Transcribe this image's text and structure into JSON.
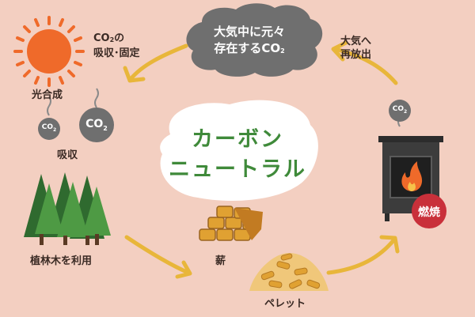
{
  "cloud": {
    "line1": "大気中に元々",
    "line2": "存在するCO",
    "line2_sub": "2"
  },
  "center": {
    "line1": "カーボン",
    "line2": "ニュートラル"
  },
  "labels": {
    "co2_fix_prefix": "CO",
    "co2_fix_sub": "2",
    "co2_fix_suffix": "の",
    "co2_fix_line2": "吸収･固定",
    "photosynthesis": "光合成",
    "absorption": "吸収",
    "forest_use": "植林木を利用",
    "firewood": "薪",
    "pellet": "ペレット",
    "rerelease_line1": "大気へ",
    "rerelease_line2": "再放出",
    "combustion": "燃焼"
  },
  "bubbles": {
    "small": {
      "text": "CO",
      "sub": "2"
    },
    "large": {
      "text": "CO",
      "sub": "2"
    },
    "stove": {
      "text": "CO",
      "sub": "2"
    }
  },
  "colors": {
    "background": "#f3cfc1",
    "arrow": "#e8b63a",
    "cloud": "#6f6f6f",
    "title_green": "#3f8a3a",
    "sun": "#ef6a2a",
    "tree_dark": "#2f6a2f",
    "tree_light": "#4e9a44",
    "stove": "#3c3c3c",
    "combustion_badge": "#c9303a",
    "wood": "#e0a132"
  }
}
